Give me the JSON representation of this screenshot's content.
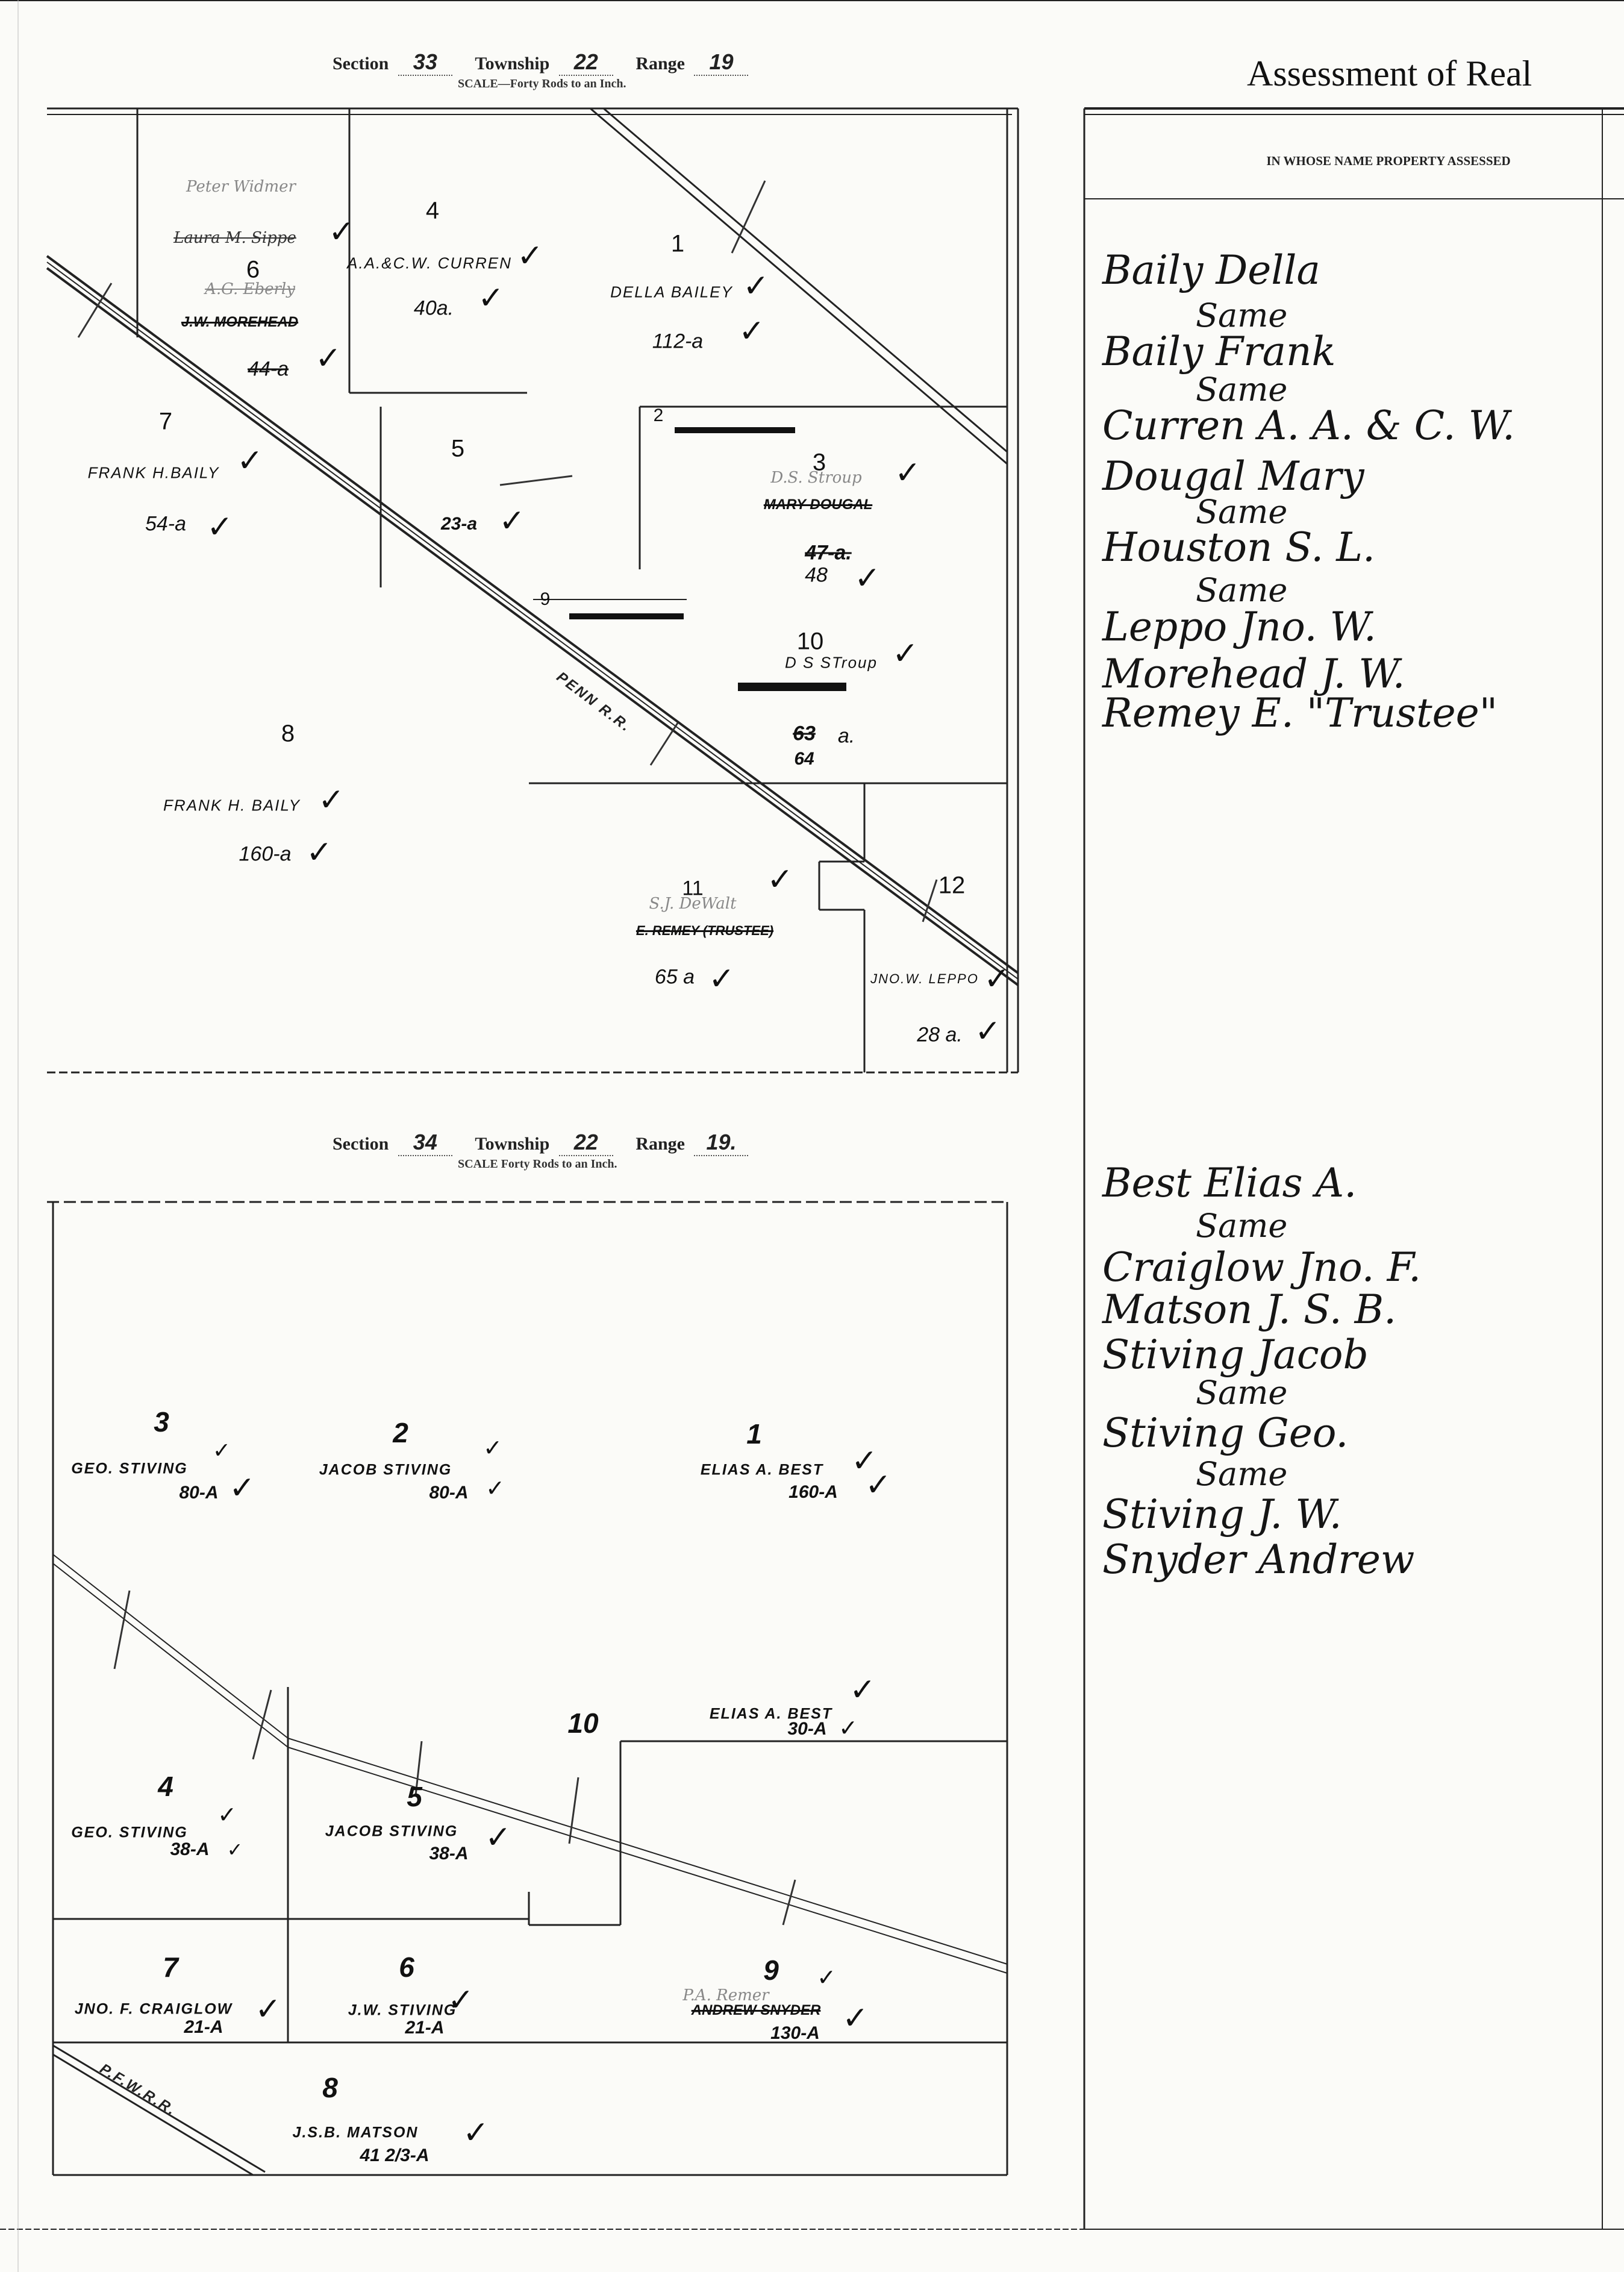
{
  "section_33": {
    "section_label": "Section",
    "section": "33",
    "township_label": "Township",
    "township": "22",
    "range_label": "Range",
    "range": "19",
    "scale": "SCALE—Forty Rods to an Inch.",
    "railroad": "PENN R.R.",
    "lots": [
      {
        "num": "4",
        "owner": "A.A.&C.W. CURREN",
        "acres": "40a."
      },
      {
        "num": "1",
        "owner": "DELLA BAILEY",
        "acres": "112-a"
      },
      {
        "num": "6",
        "owner_struck": "J.W. MOREHEAD",
        "acres": "44-a",
        "notes": [
          "Peter Widmer",
          "Laura M. Sippe",
          "A.G. Eberly"
        ]
      },
      {
        "num": "7",
        "owner": "FRANK H.BAILY",
        "acres": "54-a"
      },
      {
        "num": "5",
        "acres": "23-a"
      },
      {
        "num": "2"
      },
      {
        "num": "3",
        "owner_struck": "MARY DOUGAL",
        "note": "D.S. Stroup",
        "acres_struck": "47-a.",
        "acres": "48"
      },
      {
        "num": "9"
      },
      {
        "num": "10",
        "owner": "D S STroup",
        "acres_struck": "63",
        "acres_suffix": "a.",
        "acres": "64"
      },
      {
        "num": "8",
        "owner": "FRANK H. BAILY",
        "acres": "160-a"
      },
      {
        "num": "11",
        "note": "S.J. DeWalt",
        "owner_struck": "E. REMEY (TRUSTEE)",
        "acres": "65 a"
      },
      {
        "num": "12",
        "owner": "JNO.W. LEPPO",
        "acres": "28 a."
      }
    ]
  },
  "section_34": {
    "section_label": "Section",
    "section": "34",
    "township_label": "Township",
    "township": "22",
    "range_label": "Range",
    "range": "19.",
    "scale": "SCALE  Forty Rods to an Inch.",
    "railroad": "P.F.W.R.R.",
    "lots": [
      {
        "num": "3",
        "owner": "GEO. STIVING",
        "acres": "80-A"
      },
      {
        "num": "2",
        "owner": "JACOB STIVING",
        "acres": "80-A"
      },
      {
        "num": "1",
        "owner": "ELIAS A. BEST",
        "acres": "160-A"
      },
      {
        "num": "10",
        "owner": "ELIAS A. BEST",
        "acres": "30-A"
      },
      {
        "num": "4",
        "owner": "GEO. STIVING",
        "acres": "38-A"
      },
      {
        "num": "5",
        "owner": "JACOB STIVING",
        "acres": "38-A"
      },
      {
        "num": "7",
        "owner": "JNO. F. CRAIGLOW",
        "acres": "21-A"
      },
      {
        "num": "6",
        "owner": "J.W. STIVING",
        "acres": "21-A"
      },
      {
        "num": "9",
        "note": "P.A. Remer",
        "owner_struck": "ANDREW SNYDER",
        "acres": "130-A"
      },
      {
        "num": "8",
        "owner": "J.S.B. MATSON",
        "acres": "41 2/3-A"
      }
    ]
  },
  "ledger": {
    "title": "Assessment of Real",
    "column_header": "IN WHOSE NAME PROPERTY ASSESSED",
    "section_33_names": [
      "Baily Della",
      "Same",
      "Baily Frank",
      "Same",
      "Curren A. A. & C. W.",
      "Dougal Mary",
      "Same",
      "Houston S. L.",
      "Same",
      "Leppo Jno. W.",
      "Morehead J. W.",
      "Remey E. \"Trustee\""
    ],
    "section_34_names": [
      "Best Elias A.",
      "Same",
      "Craiglow Jno. F.",
      "Matson J. S. B.",
      "Stiving Jacob",
      "Same",
      "Stiving Geo.",
      "Same",
      "Stiving J. W.",
      "Snyder Andrew"
    ]
  }
}
